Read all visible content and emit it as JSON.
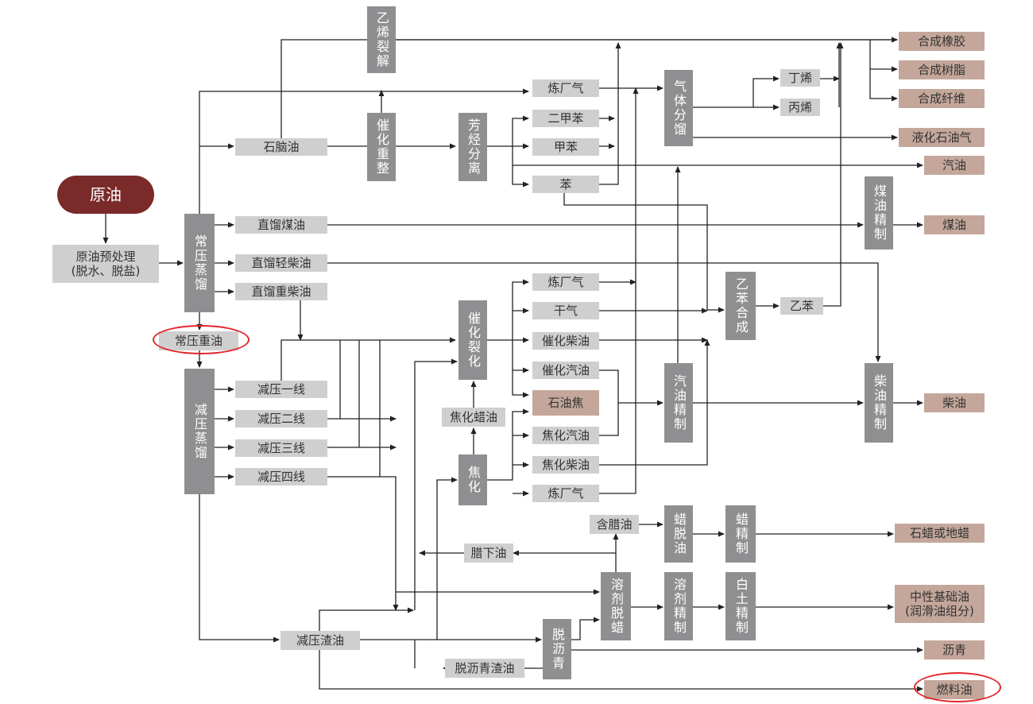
{
  "colors": {
    "crude": "#7b2a2a",
    "product_box": "#cfcfcf",
    "process_box": "#8f8f91",
    "final_product": "#c4a79a",
    "highlight": "#e3262b",
    "line": "#222222"
  },
  "nodes": {
    "crude": "原油",
    "pretreat": "原油预处理\n(脱水、脱盐)",
    "atm_dist": "常压蒸馏",
    "atm_resid": "常压重油",
    "vac_dist": "减压蒸馏",
    "naphtha": "石脑油",
    "sr_kero": "直馏煤油",
    "sr_light_diesel": "直馏轻柴油",
    "sr_heavy_diesel": "直馏重柴油",
    "vac1": "减压一线",
    "vac2": "减压二线",
    "vac3": "减压三线",
    "vac4": "减压四线",
    "vac_resid": "减压渣油",
    "ethylene_crack": "乙烯裂解",
    "cat_reform": "催化重整",
    "arom_sep": "芳烃分离",
    "refinery_gas_1": "炼厂气",
    "xylene": "二甲苯",
    "toluene": "甲苯",
    "benzene": "苯",
    "gas_frac": "气体分馏",
    "butene": "丁烯",
    "propene": "丙烯",
    "cat_crack": "催化裂化",
    "refinery_gas_2": "炼厂气",
    "dry_gas": "干气",
    "cat_diesel": "催化柴油",
    "cat_gasoline": "催化汽油",
    "pet_coke": "石油焦",
    "coker_gasoline": "焦化汽油",
    "coker_diesel": "焦化柴油",
    "refinery_gas_3": "炼厂气",
    "coker_wax": "焦化蜡油",
    "coking": "焦化",
    "ethylbenzene_syn": "乙苯合成",
    "ethylbenzene": "乙苯",
    "gasoline_refine": "汽油精制",
    "kero_refine": "煤油精制",
    "diesel_refine": "柴油精制",
    "waxy_oil": "含腊油",
    "dewax_oil": "腊下油",
    "wax_deoil": "蜡脱油",
    "wax_refine": "蜡精制",
    "solvent_dewax": "溶剂脱蜡",
    "solvent_refine": "溶剂精制",
    "clay_refine": "白土精制",
    "deasphalt": "脱沥青",
    "deasph_resid": "脱沥青渣油",
    "synth_rubber": "合成橡胶",
    "synth_resin": "合成树脂",
    "synth_fiber": "合成纤维",
    "lpg": "液化石油气",
    "gasoline": "汽油",
    "kerosene": "煤油",
    "diesel": "柴油",
    "paraffin": "石蜡或地蜡",
    "base_oil": "中性基础油\n(润滑油组分)",
    "asphalt": "沥青",
    "fuel_oil": "燃料油"
  }
}
